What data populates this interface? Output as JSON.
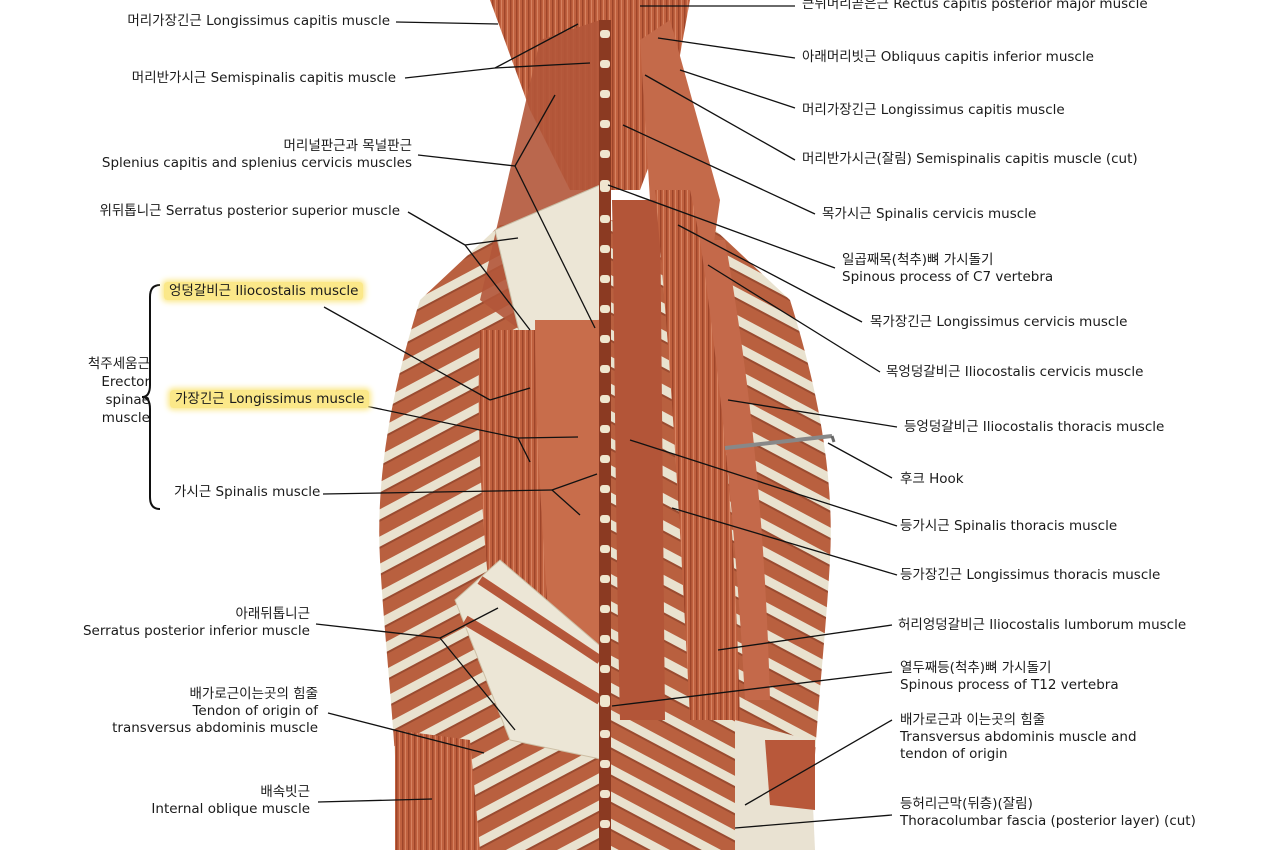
{
  "colors": {
    "muscle": "#b8583a",
    "muscle_dark": "#8c3b25",
    "muscle_light": "#d98a6a",
    "tendon": "#efe9dc",
    "bone": "#e8dcc0",
    "highlight": "#fbe889",
    "line": "#111111"
  },
  "labels": {
    "l_longissimus_capitis": "머리가장긴근 Longissimus capitis muscle",
    "l_semispinalis_capitis": "머리반가시근 Semispinalis capitis muscle",
    "l_splenius_1": "머리널판근과 목널판근",
    "l_splenius_2": "Splenius capitis and splenius cervicis muscles",
    "l_serratus_sup": "위뒤톱니근 Serratus posterior superior muscle",
    "l_iliocostalis": "엉덩갈비근 Iliocostalis muscle",
    "l_erector_1": "척주세움근",
    "l_erector_2": "Erector",
    "l_erector_3": "spinae",
    "l_erector_4": "muscle",
    "l_longissimus": "가장긴근 Longissimus muscle",
    "l_spinalis": "가시근 Spinalis muscle",
    "l_serratus_inf_1": "아래뒤톱니근",
    "l_serratus_inf_2": "Serratus posterior inferior muscle",
    "l_tendon_ta_1": "배가로근이는곳의 힘줄",
    "l_tendon_ta_2": "Tendon of origin of",
    "l_tendon_ta_3": "transversus abdominis muscle",
    "l_internal_oblique_1": "배속빗근",
    "l_internal_oblique_2": "Internal oblique muscle",
    "r_rectus_capitis": "큰뒤머리곧은근 Rectus capitis posterior major muscle",
    "r_obliquus_capitis": "아래머리빗근 Obliquus capitis inferior muscle",
    "r_longissimus_capitis": "머리가장긴근 Longissimus capitis muscle",
    "r_semispinalis_cut": "머리반가시근(잘림) Semispinalis capitis muscle (cut)",
    "r_spinalis_cervicis": "목가시근 Spinalis cervicis muscle",
    "r_c7_1": "일곱째목(척추)뼈 가시돌기",
    "r_c7_2": "Spinous process of C7 vertebra",
    "r_longissimus_cervicis": "목가장긴근 Longissimus cervicis muscle",
    "r_iliocostalis_cervicis": "목엉덩갈비근 Iliocostalis cervicis muscle",
    "r_iliocostalis_thoracis": "등엉덩갈비근 Iliocostalis thoracis muscle",
    "r_hook": "후크 Hook",
    "r_spinalis_thoracis": "등가시근 Spinalis thoracis muscle",
    "r_longissimus_thoracis": "등가장긴근 Longissimus thoracis muscle",
    "r_iliocostalis_lumborum": "허리엉덩갈비근 Iliocostalis lumborum muscle",
    "r_t12_1": "열두째등(척추)뼈 가시돌기",
    "r_t12_2": "Spinous process of T12 vertebra",
    "r_ta_1": "배가로근과 이는곳의 힘줄",
    "r_ta_2": "Transversus abdominis muscle and",
    "r_ta_3": "tendon of origin",
    "r_fascia_1": "등허리근막(뒤층)(잘림)",
    "r_fascia_2": "Thoracolumbar fascia (posterior layer) (cut)"
  }
}
